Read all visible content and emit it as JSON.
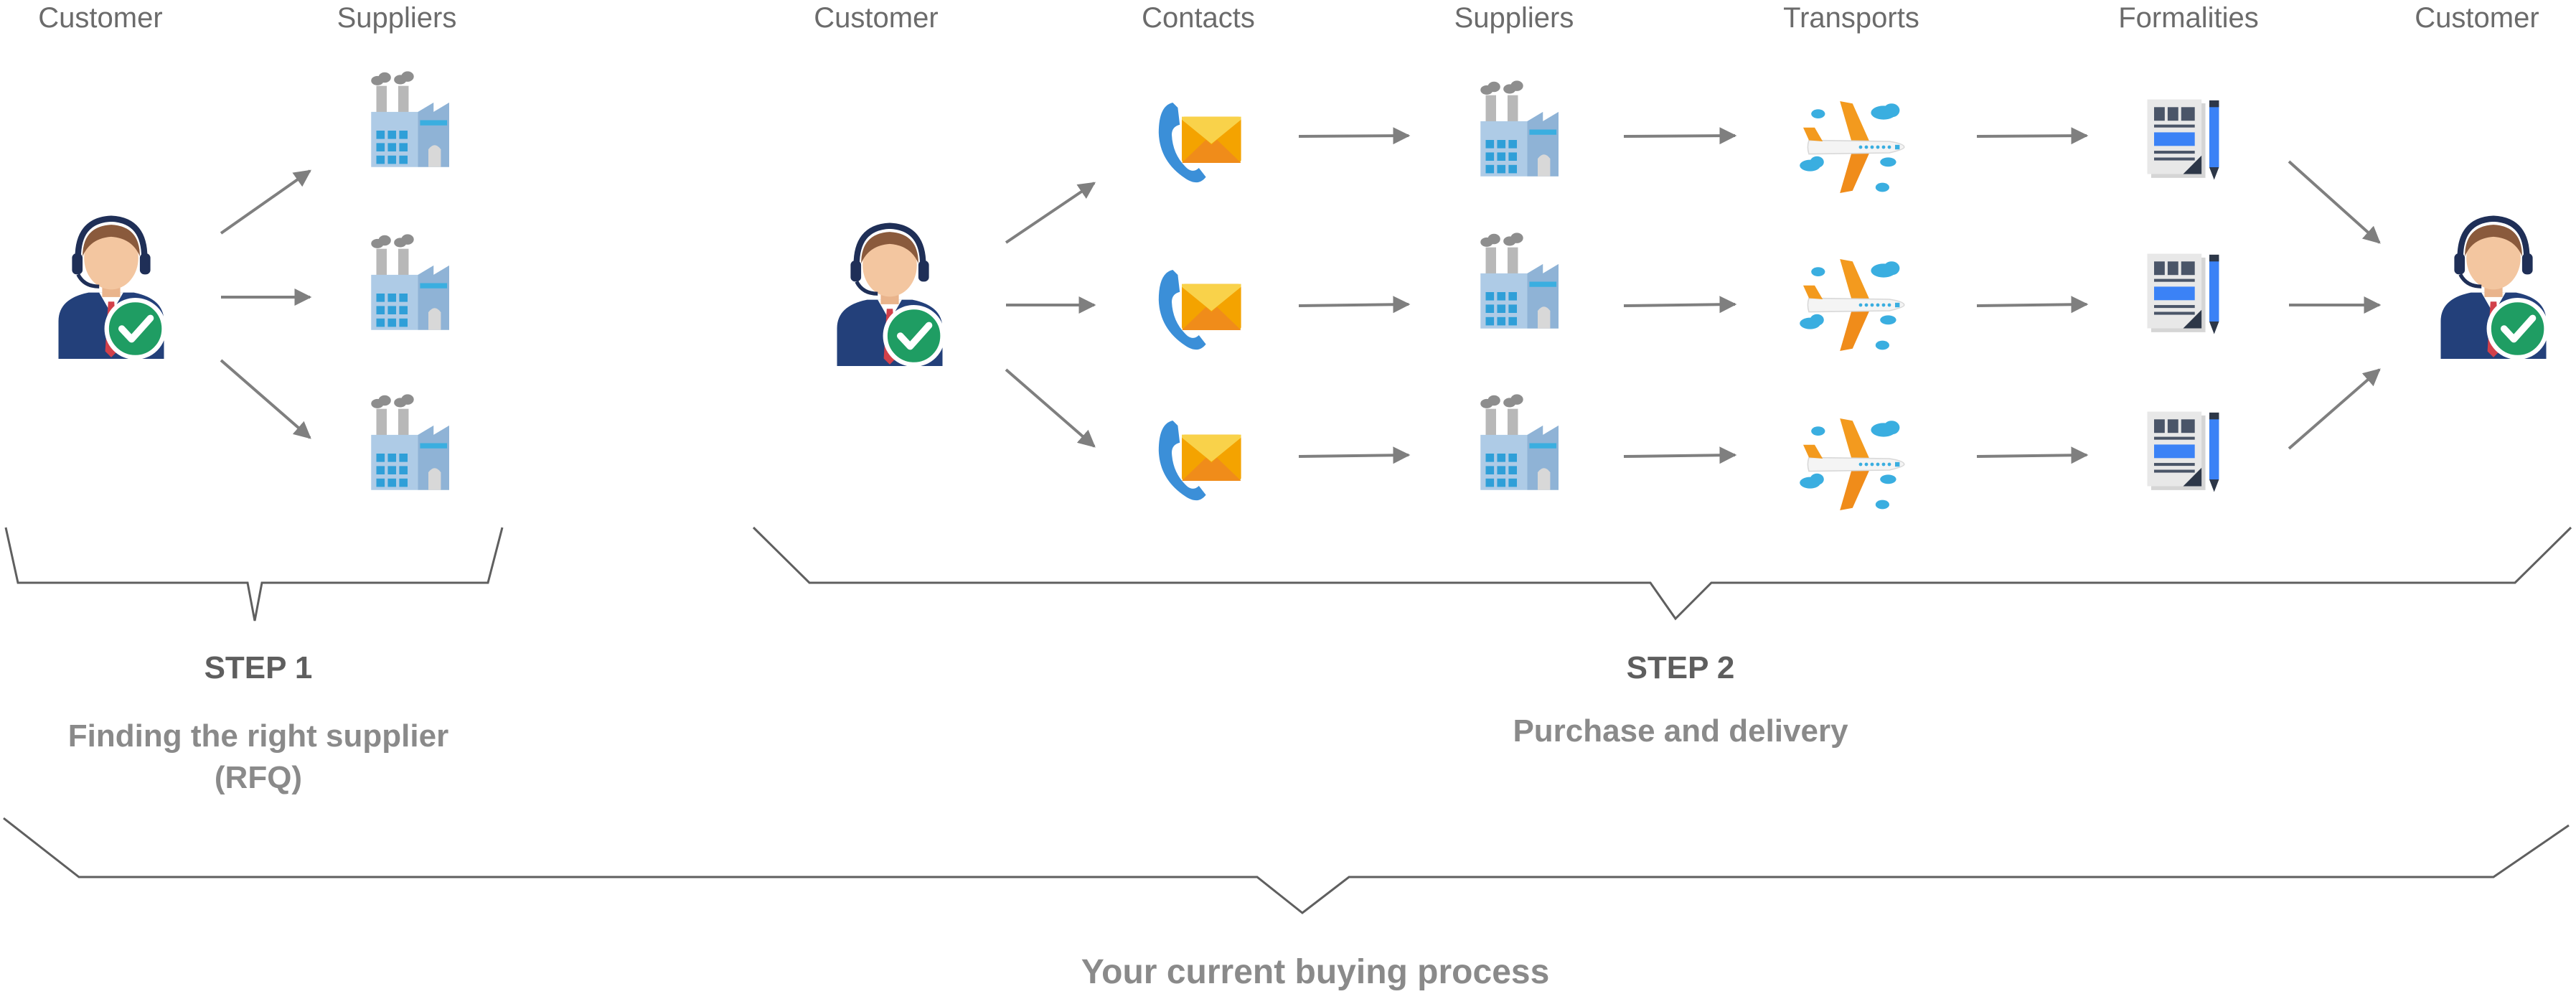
{
  "columns": {
    "step1_customer": "Customer",
    "step1_suppliers": "Suppliers",
    "step2_customer": "Customer",
    "step2_contacts": "Contacts",
    "step2_suppliers": "Suppliers",
    "step2_transports": "Transports",
    "step2_formalities": "Formalities",
    "step2_final_customer": "Customer"
  },
  "step1": {
    "title": "STEP 1",
    "desc_line1": "Finding the right supplier",
    "desc_line2": "(RFQ)"
  },
  "step2": {
    "title": "STEP 2",
    "desc": "Purchase and delivery"
  },
  "process_title": "Your current buying process",
  "icons": {
    "customer": "customer-agent-icon",
    "supplier": "factory-icon",
    "contact": "phone-mail-icon",
    "transport": "airplane-icon",
    "formality": "document-pencil-icon"
  },
  "colors": {
    "label": "#6b6b6b",
    "arrow": "#7f7f7f",
    "check": "#1f9d63",
    "factory": "#8fb3d6",
    "plane": "#f39a1e",
    "cloud": "#3aaee0"
  }
}
